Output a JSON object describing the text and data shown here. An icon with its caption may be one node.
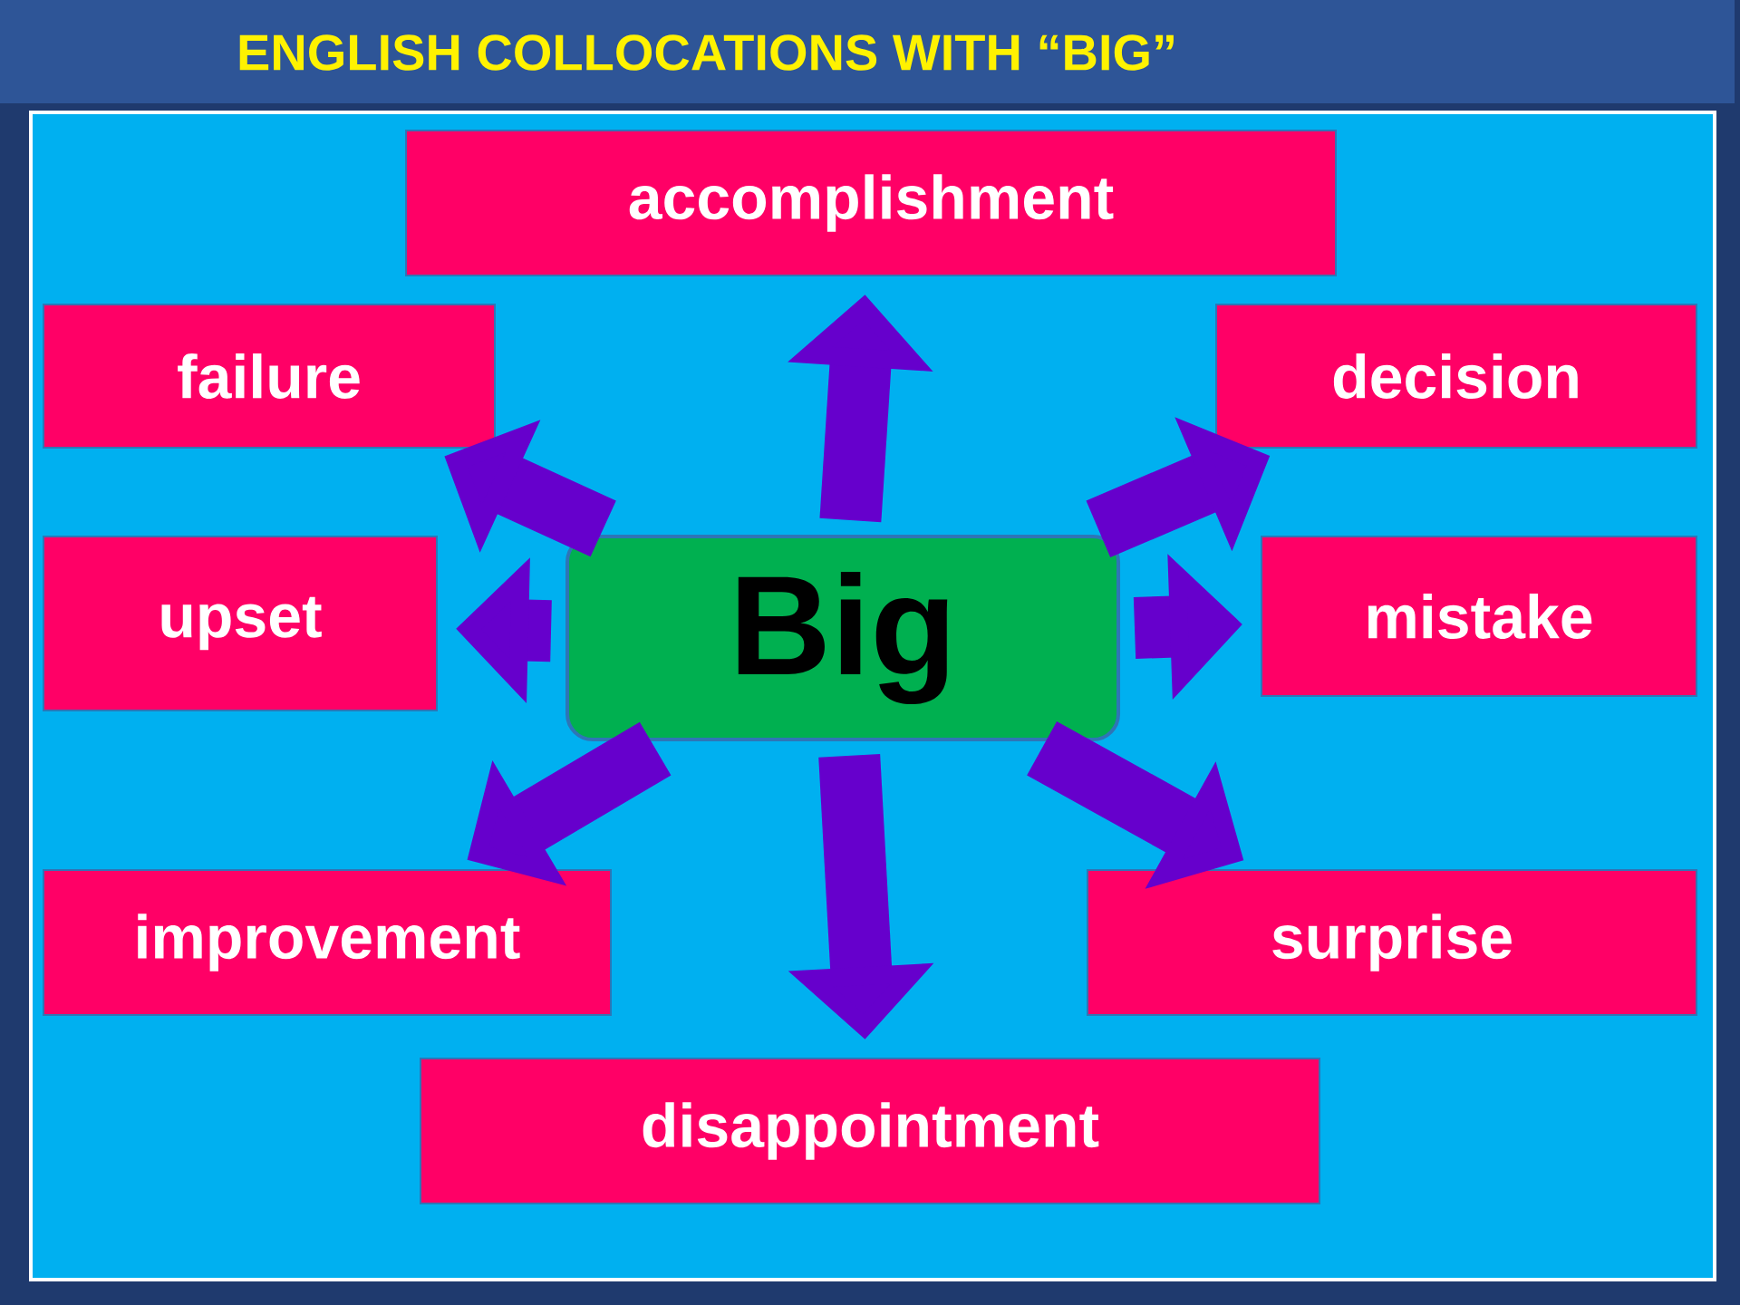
{
  "diagram": {
    "title": "ENGLISH COLLOCATIONS WITH  “BIG”",
    "nodes": [
      {
        "text": [
          "Big"
        ]
      },
      {
        "text": [
          "accomplishment"
        ]
      },
      {
        "text": [
          "failure"
        ]
      },
      {
        "text": [
          "decision"
        ]
      },
      {
        "text": [
          "upset"
        ]
      },
      {
        "text": [
          "mistake"
        ]
      },
      {
        "text": [
          "improvement"
        ]
      },
      {
        "text": [
          "surprise"
        ]
      },
      {
        "text": [
          "disappointment"
        ]
      }
    ],
    "edges": [
      {
        "from": 0,
        "to": 1,
        "arrow": "to"
      },
      {
        "from": 0,
        "to": 2,
        "arrow": "to"
      },
      {
        "from": 0,
        "to": 3,
        "arrow": "to"
      },
      {
        "from": 0,
        "to": 4,
        "arrow": "to"
      },
      {
        "from": 0,
        "to": 5,
        "arrow": "to"
      },
      {
        "from": 0,
        "to": 6,
        "arrow": "to"
      },
      {
        "from": 0,
        "to": 7,
        "arrow": "to"
      },
      {
        "from": 0,
        "to": 8,
        "arrow": "to"
      }
    ]
  }
}
